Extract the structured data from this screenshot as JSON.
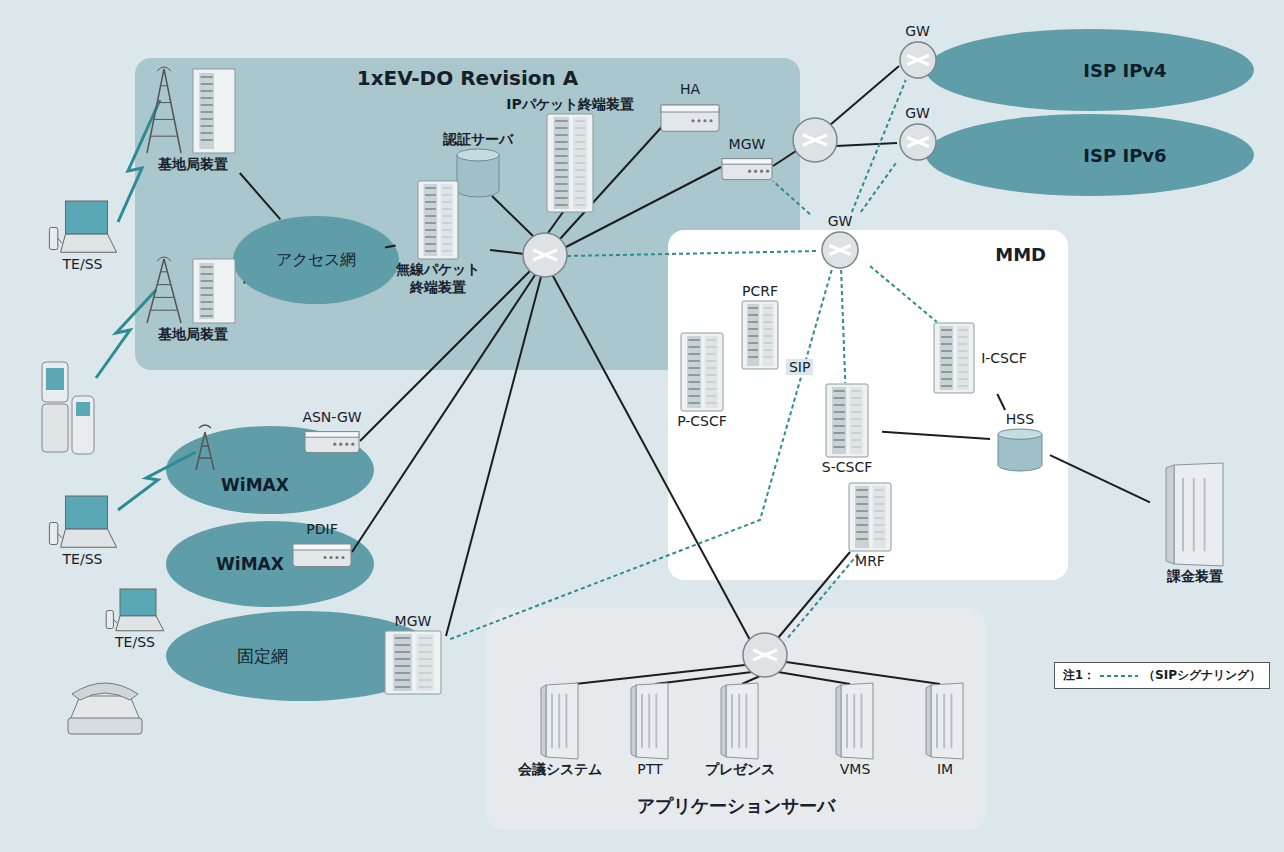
{
  "diagram": {
    "nodes": [
      {
        "text": [
          "1xEV-DO Revision A"
        ]
      },
      {
        "text": [
          "基地局装置"
        ],
        "in": 0
      },
      {
        "text": [
          "基地局装置"
        ],
        "in": 0
      },
      {
        "text": [
          "アクセス網"
        ],
        "in": 0
      },
      {
        "text": [
          "認証サーバ"
        ],
        "in": 0
      },
      {
        "text": [
          "IPパケット終端装置"
        ],
        "in": 0
      },
      {
        "text": [
          "HA"
        ],
        "in": 0
      },
      {
        "text": [
          "無線パケット 終端装置"
        ],
        "in": 0
      },
      {
        "text": [
          "MGW"
        ],
        "in": 0
      },
      {
        "text": [
          "GW"
        ]
      },
      {
        "text": [
          "ISP IPv4"
        ]
      },
      {
        "text": [
          "GW"
        ]
      },
      {
        "text": [
          "ISP IPv6"
        ]
      },
      {
        "text": [
          "MMD"
        ]
      },
      {
        "text": [
          "GW"
        ],
        "in": 13
      },
      {
        "text": [
          "PCRF"
        ],
        "in": 13
      },
      {
        "text": [
          "P-CSCF"
        ],
        "in": 13
      },
      {
        "text": [
          "I-CSCF"
        ],
        "in": 13
      },
      {
        "text": [
          "S-CSCF"
        ],
        "in": 13
      },
      {
        "text": [
          "HSS"
        ],
        "in": 13
      },
      {
        "text": [
          "MRF"
        ],
        "in": 13
      },
      {
        "text": [
          "課金装置"
        ]
      },
      {
        "text": [
          "TE/SS"
        ]
      },
      {
        "text": [
          "WiMAX"
        ]
      },
      {
        "text": [
          "ASN-GW"
        ],
        "in": 23
      },
      {
        "text": [
          "WiMAX"
        ]
      },
      {
        "text": [
          "PDIF"
        ],
        "in": 25
      },
      {
        "text": [
          "TE/SS"
        ]
      },
      {
        "text": [
          "TE/SS"
        ]
      },
      {
        "text": [
          "固定網"
        ]
      },
      {
        "text": [
          "MGW"
        ]
      },
      {
        "text": [
          "アプリケーションサーバ"
        ]
      },
      {
        "text": [
          "会議システム"
        ],
        "in": 31
      },
      {
        "text": [
          "PTT"
        ],
        "in": 31
      },
      {
        "text": [
          "プレゼンス"
        ],
        "in": 31
      },
      {
        "text": [
          "VMS"
        ],
        "in": 31
      },
      {
        "text": [
          "IM"
        ],
        "in": 31
      }
    ],
    "edges": [
      {
        "from": 1,
        "to": 3,
        "arrow": "none"
      },
      {
        "from": 2,
        "to": 3,
        "arrow": "none"
      },
      {
        "from": 3,
        "to": 7,
        "arrow": "none"
      },
      {
        "from": 14,
        "to": 8,
        "arrow": "none"
      },
      {
        "from": 14,
        "to": 9,
        "arrow": "none"
      },
      {
        "from": 14,
        "to": 11,
        "arrow": "none"
      },
      {
        "from": 14,
        "to": 17,
        "arrow": "none"
      },
      {
        "from": 14,
        "to": 18,
        "arrow": "none"
      },
      {
        "from": 14,
        "to": 30,
        "label": "SIP",
        "arrow": "none"
      },
      {
        "from": 18,
        "to": 19,
        "arrow": "none"
      },
      {
        "from": 17,
        "to": 19,
        "arrow": "none"
      },
      {
        "from": 19,
        "to": 21,
        "arrow": "none"
      }
    ],
    "labels": [
      "注1："
    ],
    "legend": [
      {
        "text": "（SIPシグナリング）"
      }
    ]
  }
}
